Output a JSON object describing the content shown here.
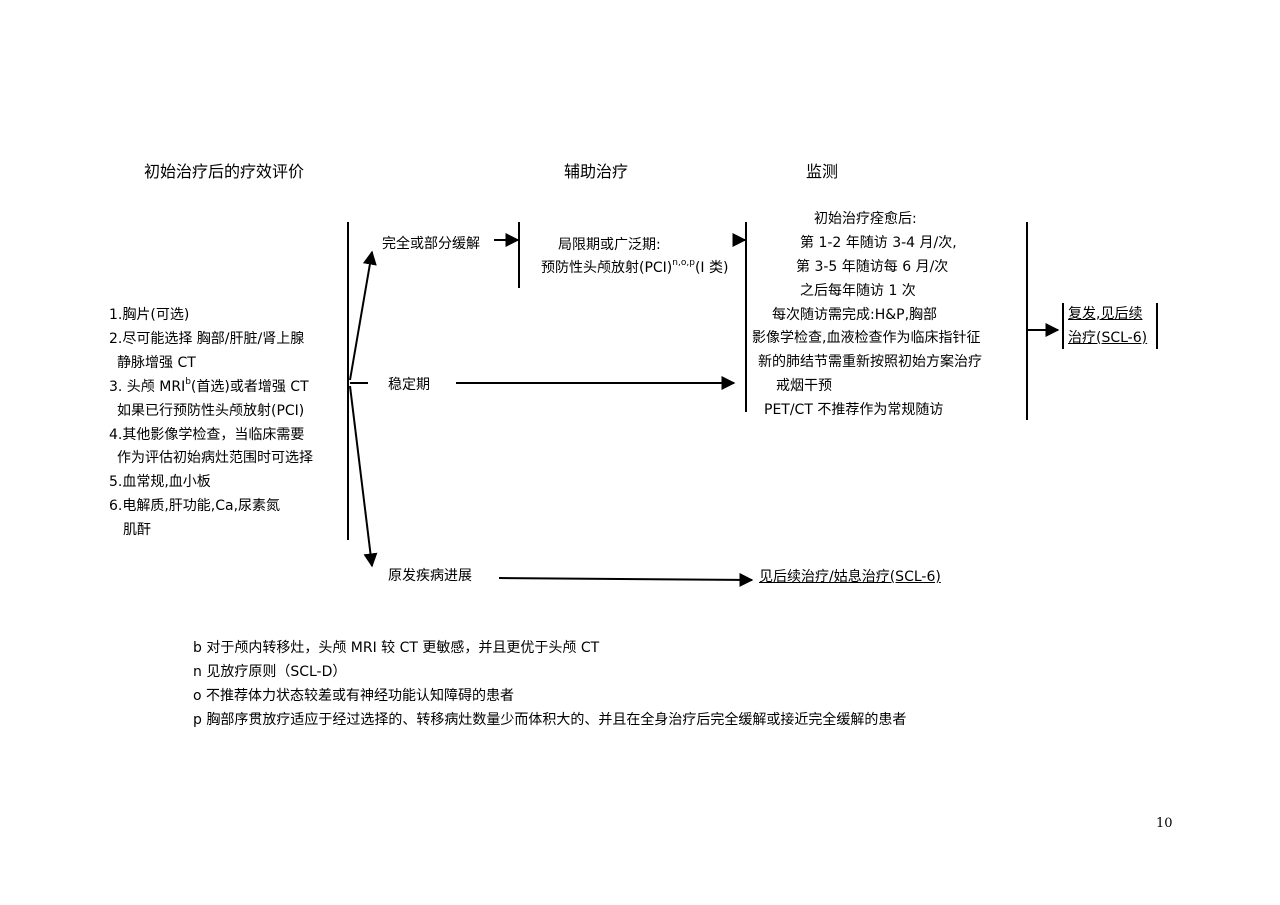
{
  "headers": {
    "eval": "初始治疗后的疗效评价",
    "adjuvant": "辅助治疗",
    "monitor": "监测"
  },
  "eval_items": [
    "1.胸片(可选)",
    "2.尽可能选择  胸部/肝脏/肾上腺",
    "静脉增强 CT",
    "3.  头颅 MRI",
    "b",
    "(首选)或者增强 CT",
    "如果已行预防性头颅放射(PCI)",
    "4.其他影像学检查，当临床需要",
    "作为评估初始病灶范围时可选择",
    "5.血常规,血小板",
    "6.电解质,肝功能,Ca,尿素氮",
    "肌酐"
  ],
  "outcomes": {
    "complete": "完全或部分缓解",
    "stable": "稳定期",
    "progress": "原发疾病进展"
  },
  "adjuvant_text": {
    "line1": "局限期或广泛期:",
    "line2_pre": "预防性头颅放射(PCI)",
    "line2_sup": "n,o,p",
    "line2_post": "(I 类)"
  },
  "monitor_lines": [
    "初始治疗痊愈后:",
    "第 1-2 年随访 3-4 月/次,",
    "第 3-5 年随访每 6 月/次",
    "之后每年随访 1 次",
    "每次随访需完成:H&P,胸部",
    "影像学检查,血液检查作为临床指针征",
    "新的肺结节需重新按照初始方案治疗",
    "戒烟干预",
    "PET/CT 不推荐作为常规随访"
  ],
  "relapse": {
    "line1": "复发,见后续",
    "line2": "治疗(SCL-6)"
  },
  "progress_target": "见后续治疗/姑息治疗(SCL-6)",
  "footnotes": [
    "b 对于颅内转移灶，头颅 MRI 较 CT 更敏感，并且更优于头颅 CT",
    "n 见放疗原则（SCL-D）",
    "o  不推荐体力状态较差或有神经功能认知障碍的患者",
    "p  胸部序贯放疗适应于经过选择的、转移病灶数量少而体积大的、并且在全身治疗后完全缓解或接近完全缓解的患者"
  ],
  "page_number": "10"
}
